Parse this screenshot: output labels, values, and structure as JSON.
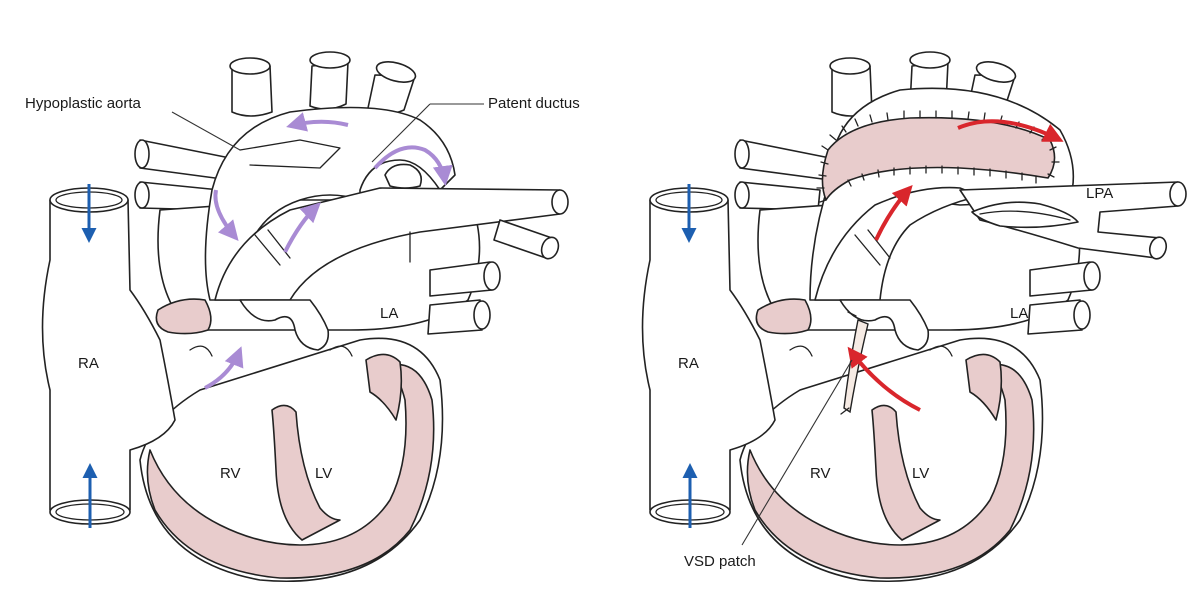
{
  "colors": {
    "background": "#ffffff",
    "outline": "#222222",
    "myocardium": "#e8cccc",
    "patch": "#f6ebe4",
    "venous_flow_arrow": "#1d5fb0",
    "preop_flow_arrow": "#a98bd4",
    "postop_flow_arrow": "#d9262c"
  },
  "left_panel": {
    "callouts": {
      "hypoplastic_aorta": "Hypoplastic aorta",
      "patent_ductus": "Patent ductus"
    },
    "chambers": {
      "ra": "RA",
      "la": "LA",
      "rv": "RV",
      "lv": "LV"
    }
  },
  "right_panel": {
    "callouts": {
      "vsd_patch": "VSD patch"
    },
    "chambers": {
      "ra": "RA",
      "la": "LA",
      "rv": "RV",
      "lv": "LV",
      "lpa": "LPA"
    }
  }
}
